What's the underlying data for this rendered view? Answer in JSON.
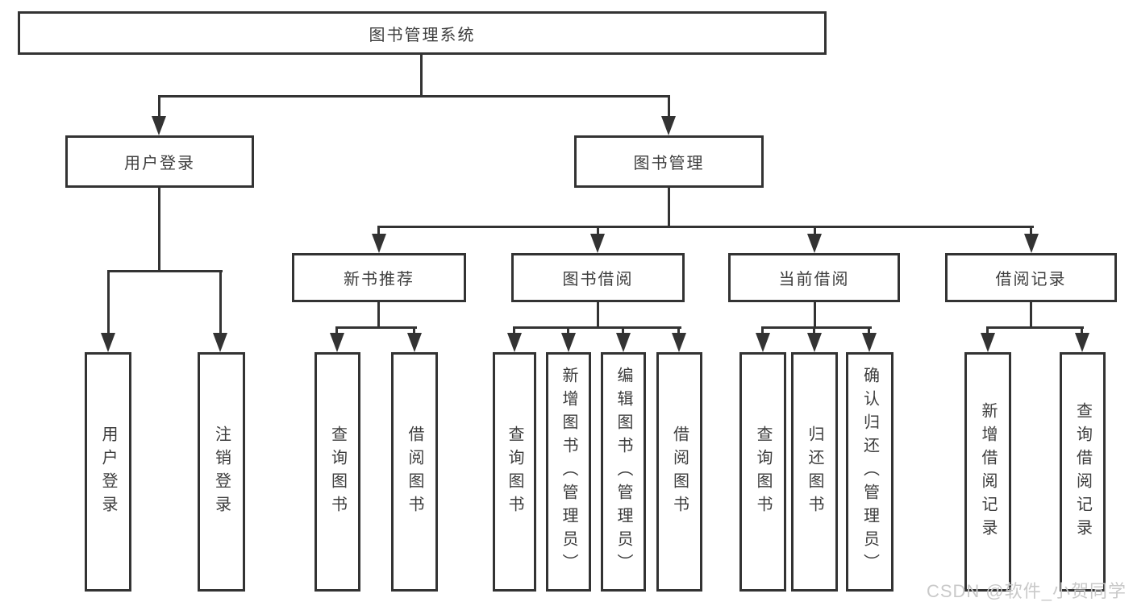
{
  "diagram": {
    "root": "图书管理系统",
    "level2": {
      "user_login": "用户登录",
      "book_mgmt": "图书管理"
    },
    "level3": {
      "new_book": "新书推荐",
      "borrow": "图书借阅",
      "current": "当前借阅",
      "records": "借阅记录"
    },
    "leaves": {
      "user_login": [
        "用户登录",
        "注销登录"
      ],
      "new_book": [
        "查询图书",
        "借阅图书"
      ],
      "borrow": [
        "查询图书",
        "新增图书（管理员）",
        "编辑图书（管理员）",
        "借阅图书"
      ],
      "current": [
        "查询图书",
        "归还图书",
        "确认归还（管理员）"
      ],
      "records": [
        "新增借阅记录",
        "查询借阅记录"
      ]
    }
  },
  "watermark": "CSDN @软件_小贺同学",
  "colors": {
    "line": "#333333",
    "box_border": "#333333",
    "box_fill": "#ffffff",
    "text": "#3d3d3d",
    "watermark": "#c9c9c9",
    "background": "#ffffff"
  }
}
